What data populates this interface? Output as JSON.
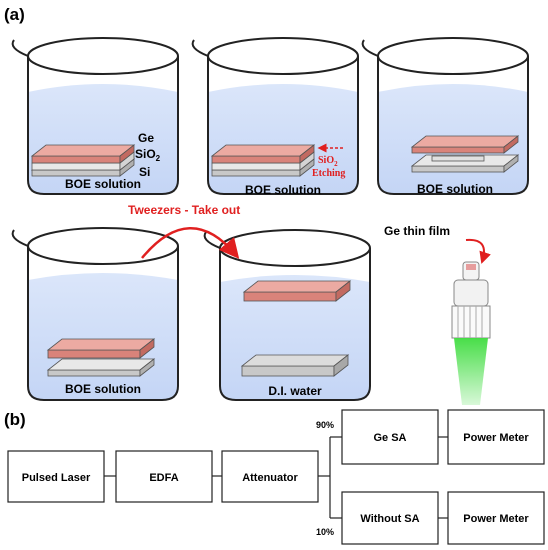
{
  "panel_a_label": "(a)",
  "panel_b_label": "(b)",
  "beakers": {
    "b1_caption": "BOE solution",
    "b2_caption": "BOE solution",
    "b3_caption": "BOE solution",
    "b4_caption": "BOE solution",
    "b5_caption": "D.I. water"
  },
  "layers": {
    "ge": "Ge",
    "sio2": "SiO",
    "sio2_sub": "2",
    "si": "Si"
  },
  "etching": {
    "line1_main": "SiO",
    "line1_sub": "2",
    "line2": "Etching"
  },
  "tweezers_label": "Tweezers  -  Take out",
  "ge_thin_film_label": "Ge thin film",
  "setup": {
    "pulsed_laser": "Pulsed Laser",
    "edfa": "EDFA",
    "attenuator": "Attenuator",
    "ge_sa": "Ge SA",
    "without_sa": "Without SA",
    "power_meter_top": "Power Meter",
    "power_meter_bottom": "Power Meter",
    "split_top": "90%",
    "split_bottom": "10%"
  },
  "colors": {
    "ge_layer": "#d9837a",
    "ge_top": "#ecaaa2",
    "sio2_layer": "#e8e8e8",
    "si_layer": "#c8c8c8",
    "solution": "#d3e0f7",
    "annotation_red": "#e02020",
    "fiber_green": "#3fdc3f"
  }
}
